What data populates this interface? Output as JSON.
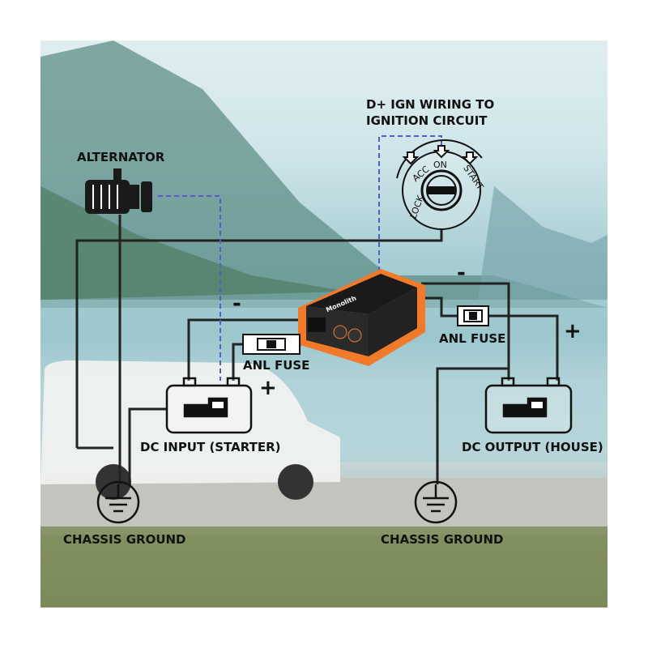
{
  "labels": {
    "alternator": "ALTERNATOR",
    "ignition_line1": "D+ IGN WIRING TO",
    "ignition_line2": "IGNITION CIRCUIT",
    "anl_fuse_left": "ANL FUSE",
    "anl_fuse_right": "ANL FUSE",
    "dc_input": "DC INPUT (STARTER)",
    "dc_output": "DC OUTPUT (HOUSE)",
    "chassis_ground_left": "CHASSIS GROUND",
    "chassis_ground_right": "CHASSIS GROUND",
    "minus_left": "-",
    "plus_left": "+",
    "minus_right": "-",
    "plus_right": "+"
  },
  "ignition_switch": {
    "positions": [
      "LOCK",
      "ACC",
      "ON",
      "START"
    ]
  },
  "device": {
    "brand": "Monolith"
  },
  "colors": {
    "wire": "#222222",
    "signal_wire": "#5a5ac8",
    "device_body": "#1a1a1a",
    "device_accent": "#f07a2a"
  }
}
